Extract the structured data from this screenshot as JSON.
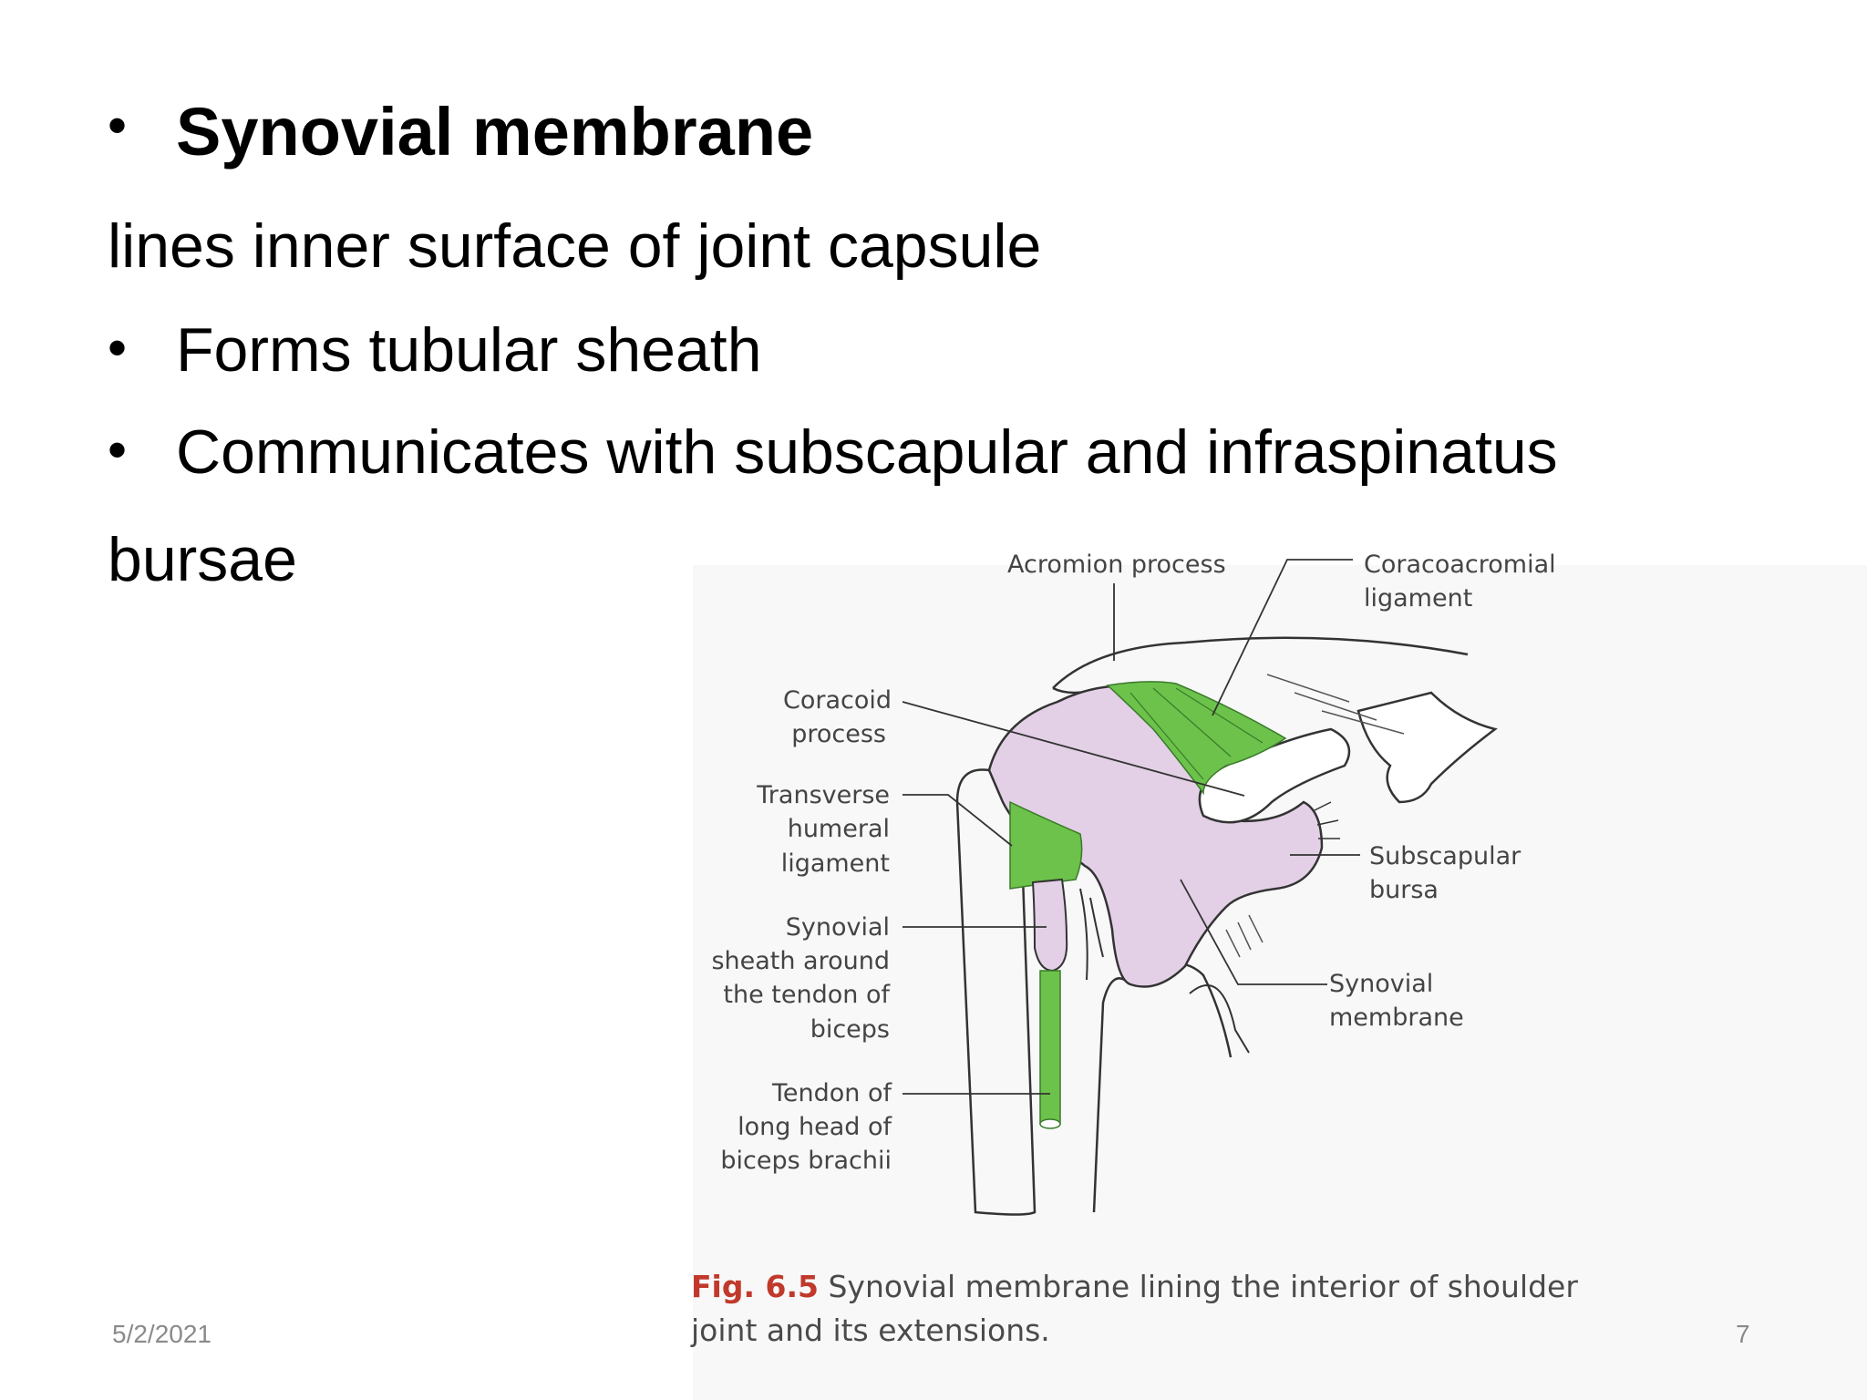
{
  "slide": {
    "heading": "Synovial membrane",
    "line1": "lines inner surface of joint capsule",
    "bullet2": "Forms  tubular sheath",
    "bullet3": "Communicates with subscapular and infraspinatus",
    "line4": "bursae",
    "bullet_glyph": "•"
  },
  "figure": {
    "labels": {
      "acromion": "Acromion process",
      "coracoacromial_1": "Coracoacromial",
      "coracoacromial_2": "ligament",
      "coracoid_1": "Coracoid",
      "coracoid_2": "process",
      "transverse_1": "Transverse",
      "transverse_2": "humeral",
      "transverse_3": "ligament",
      "synovial_sheath_1": "Synovial",
      "synovial_sheath_2": "sheath around",
      "synovial_sheath_3": "the tendon of",
      "synovial_sheath_4": "biceps",
      "tendon_1": "Tendon of",
      "tendon_2": "long head of",
      "tendon_3": "biceps brachii",
      "subscapular_1": "Subscapular",
      "subscapular_2": "bursa",
      "synovial_membrane_1": "Synovial",
      "synovial_membrane_2": "membrane"
    },
    "caption_label": "Fig. 6.5",
    "caption_text": "Synovial membrane lining the interior of shoulder joint and its extensions.",
    "colors": {
      "membrane": "#e3d0e6",
      "ligament": "#6cc24a",
      "caption_label": "#c0392b"
    }
  },
  "footer": {
    "date": "5/2/2021",
    "page": "7"
  }
}
